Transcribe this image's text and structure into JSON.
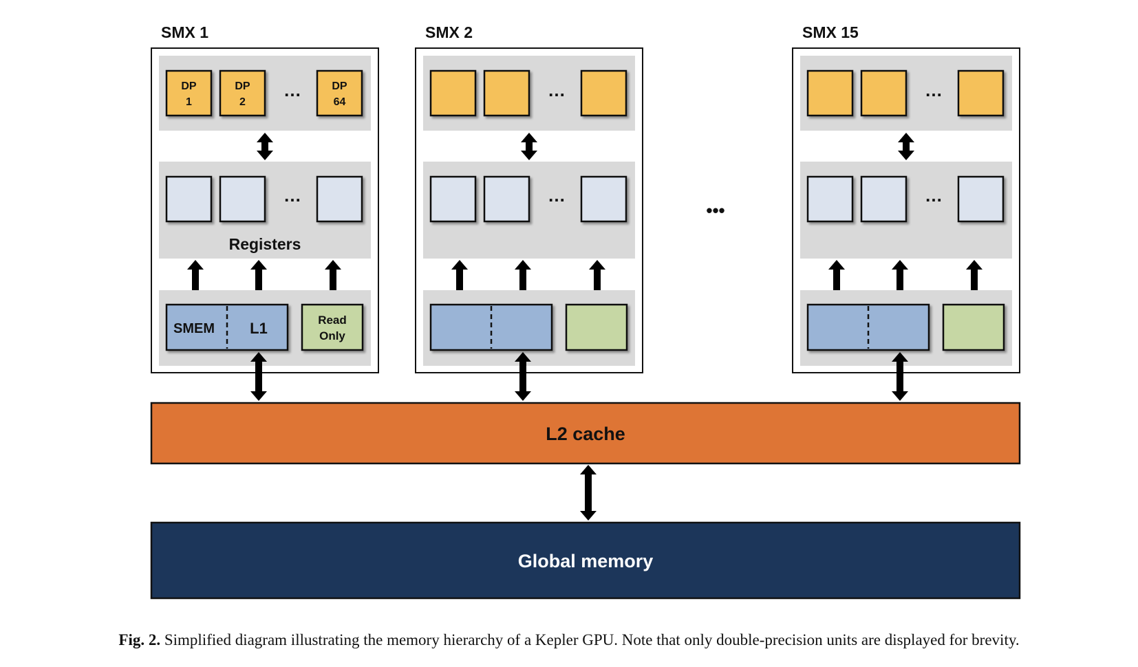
{
  "sms": [
    {
      "title": "SMX 1",
      "dp_units": [
        {
          "line1": "DP",
          "line2": "1"
        },
        {
          "line1": "DP",
          "line2": "2"
        },
        {
          "line1": "DP",
          "line2": "64"
        }
      ],
      "registers_label": "Registers",
      "smem_label": "SMEM",
      "l1_label": "L1",
      "readonly_line1": "Read",
      "readonly_line2": "Only"
    },
    {
      "title": "SMX 2",
      "dp_units": [
        {
          "line1": "",
          "line2": ""
        },
        {
          "line1": "",
          "line2": ""
        },
        {
          "line1": "",
          "line2": ""
        }
      ],
      "registers_label": "",
      "smem_label": "",
      "l1_label": "",
      "readonly_line1": "",
      "readonly_line2": ""
    },
    {
      "title": "SMX 15",
      "dp_units": [
        {
          "line1": "",
          "line2": ""
        },
        {
          "line1": "",
          "line2": ""
        },
        {
          "line1": "",
          "line2": ""
        }
      ],
      "registers_label": "",
      "smem_label": "",
      "l1_label": "",
      "readonly_line1": "",
      "readonly_line2": ""
    }
  ],
  "ellipsis": "…",
  "between_sms_ellipsis": "•••",
  "l2_label": "L2 cache",
  "global_memory_label": "Global memory",
  "caption": {
    "fig_label": "Fig. 2.",
    "text": " Simplified diagram illustrating the memory hierarchy of a Kepler GPU. Note that only double-precision units are displayed for brevity."
  },
  "colors": {
    "dp_unit": "#F5C15A",
    "register": "#DCE3EE",
    "l1_smem": "#9AB4D6",
    "read_only": "#C6D7A4",
    "l2_cache": "#DE7535",
    "global_memory": "#1C365A",
    "panel_band": "#D9D9D9",
    "outline": "#111111"
  },
  "icons": {
    "bidirectional_arrow": "double-headed-arrow",
    "unidirectional_arrow": "up-arrow"
  }
}
